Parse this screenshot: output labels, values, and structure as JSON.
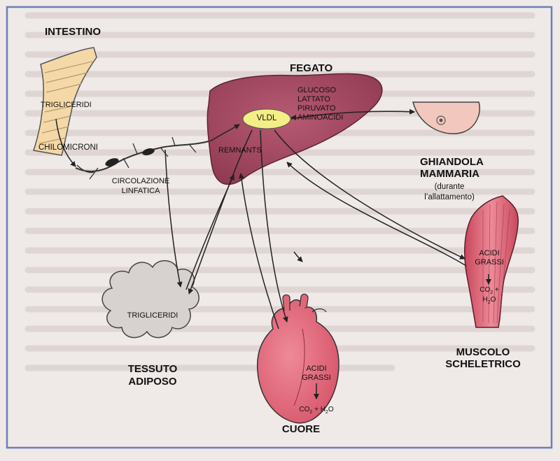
{
  "labels": {
    "intestino": "INTESTINO",
    "trigliceridi_intestino": "TRIGLICERIDI",
    "chilomicroni": "CHILOMICRONI",
    "circolazione": "CIRCOLAZIONE",
    "linfatica": "LINFATICA",
    "fegato": "FEGATO",
    "glucoso": "GLUCOSO",
    "lattato": "LATTATO",
    "piruvato": "PIRUVATO",
    "aminoacidi": "AMINOACIDI",
    "vldl": "VLDL",
    "remnants": "REMNANTS",
    "ghiandola": "GHIANDOLA",
    "mammaria": "MAMMARIA",
    "durante": "(durante",
    "allattamento": "l’allattamento)",
    "acidi_grassi_muscolo_1": "ACIDI",
    "acidi_grassi_muscolo_2": "GRASSI",
    "co2_h2o_muscolo_1": "CO",
    "co2_h2o_muscolo_2": "H",
    "muscolo": "MUSCOLO",
    "scheletrico": "SCHELETRICO",
    "trigliceridi_adiposo": "TRIGLICERIDI",
    "tessuto": "TESSUTO",
    "adiposo": "ADIPOSO",
    "acidi_grassi_cuore_1": "ACIDI",
    "acidi_grassi_cuore_2": "GRASSI",
    "co2_h2o_cuore": "CO",
    "cuore": "CUORE"
  },
  "colors": {
    "liver": "#a3465f",
    "heart": "#e0677a",
    "muscle": "#d95a6e",
    "intestine": "#f4d8a8",
    "adipose": "#d7d2d0",
    "vldl": "#f3ee86",
    "breast": "#f2c7bd",
    "frame": "#6b7fb6"
  }
}
